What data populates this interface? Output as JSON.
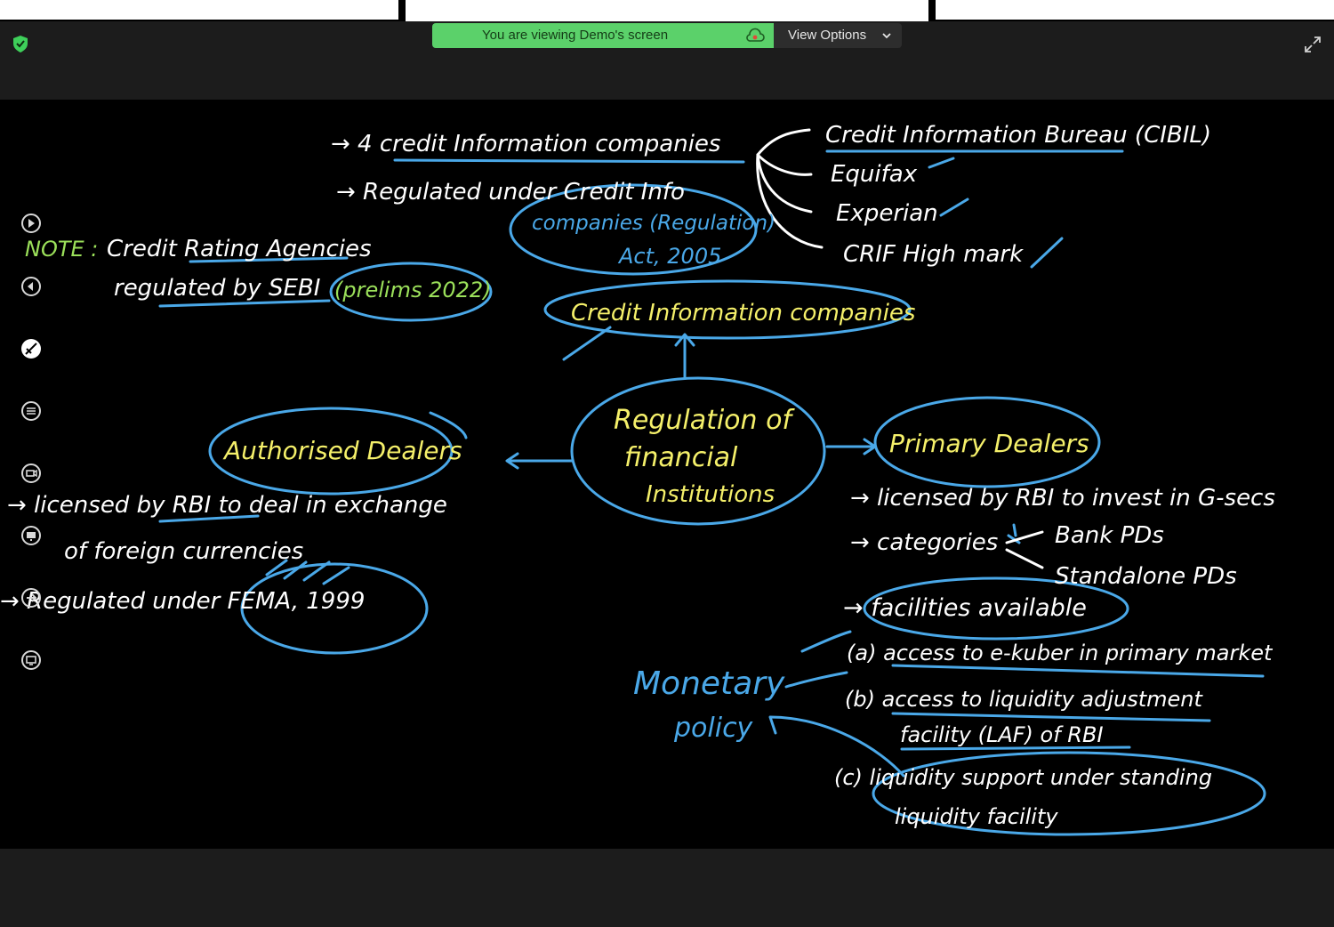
{
  "banner": {
    "text": "You are viewing Demo's screen"
  },
  "view_options": {
    "label": "View Options"
  },
  "toolbar": {
    "icons": [
      "play-icon",
      "back-icon",
      "pen-off-icon",
      "list-icon",
      "video-icon",
      "screen-icon",
      "arrow-icon",
      "share-icon"
    ]
  },
  "board": {
    "center": [
      "Regulation of",
      "financial",
      "Institutions"
    ],
    "cic": {
      "title": "Credit Information companies",
      "line1": "→ 4 credit Information companies",
      "line2": "→ Regulated under Credit Info",
      "act1": "companies (Regulation)",
      "act2": "Act, 2005",
      "list": [
        "Credit Information Bureau (CIBIL)",
        "Equifax",
        "Experian",
        "CRIF High mark"
      ]
    },
    "note": {
      "label": "NOTE :",
      "line1": "Credit Rating Agencies",
      "line2": "regulated by SEBI",
      "prelims": "(prelims 2022)"
    },
    "ad": {
      "title": "Authorised Dealers",
      "line1": "→ licensed by RBI to deal in exchange",
      "line2": "of foreign currencies",
      "line3": "→ Regulated under FEMA, 1999"
    },
    "pd": {
      "title": "Primary Dealers",
      "line1": "→ licensed by RBI to invest in G-secs",
      "cat": "→ categories",
      "cat_a": "Bank PDs",
      "cat_b": "Standalone PDs",
      "fac": "→ facilities available",
      "a": "(a) access to e-kuber in primary market",
      "b1": "(b) access to liquidity adjustment",
      "b2": "facility (LAF) of RBI",
      "c1": "(c) liquidity support under standing",
      "c2": "liquidity facility"
    },
    "monetary": [
      "Monetary",
      "policy"
    ]
  },
  "colors": {
    "yellow": "#f5f06a",
    "blue": "#4aa8e8",
    "white": "#ffffff",
    "green": "#9be05a"
  }
}
